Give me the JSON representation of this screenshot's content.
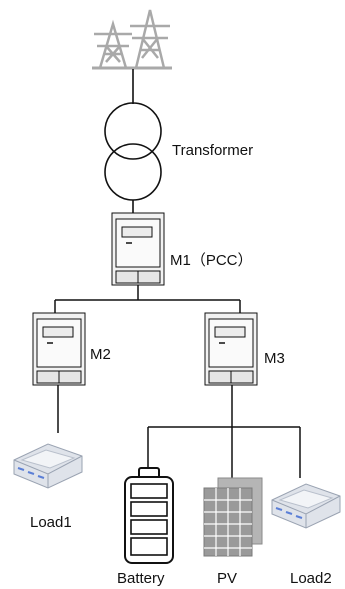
{
  "labels": {
    "transformer": "Transformer",
    "m1": "M1（PCC）",
    "m2": "M2",
    "m3": "M3",
    "load1": "Load1",
    "battery": "Battery",
    "pv": "PV",
    "load2": "Load2"
  },
  "colors": {
    "line": "#111111",
    "tower": "#a9a9a9",
    "meter_body": "#f0f0f0",
    "meter_screen": "#eeeeee",
    "load_body": "#dfe3ea",
    "load_accent": "#5b7fd6",
    "pv_panel": "#9a9a9a"
  },
  "icons": [
    "transmission-tower-icon",
    "transformer-icon",
    "electric-meter-icon",
    "load-device-icon",
    "battery-icon",
    "solar-panel-icon"
  ]
}
